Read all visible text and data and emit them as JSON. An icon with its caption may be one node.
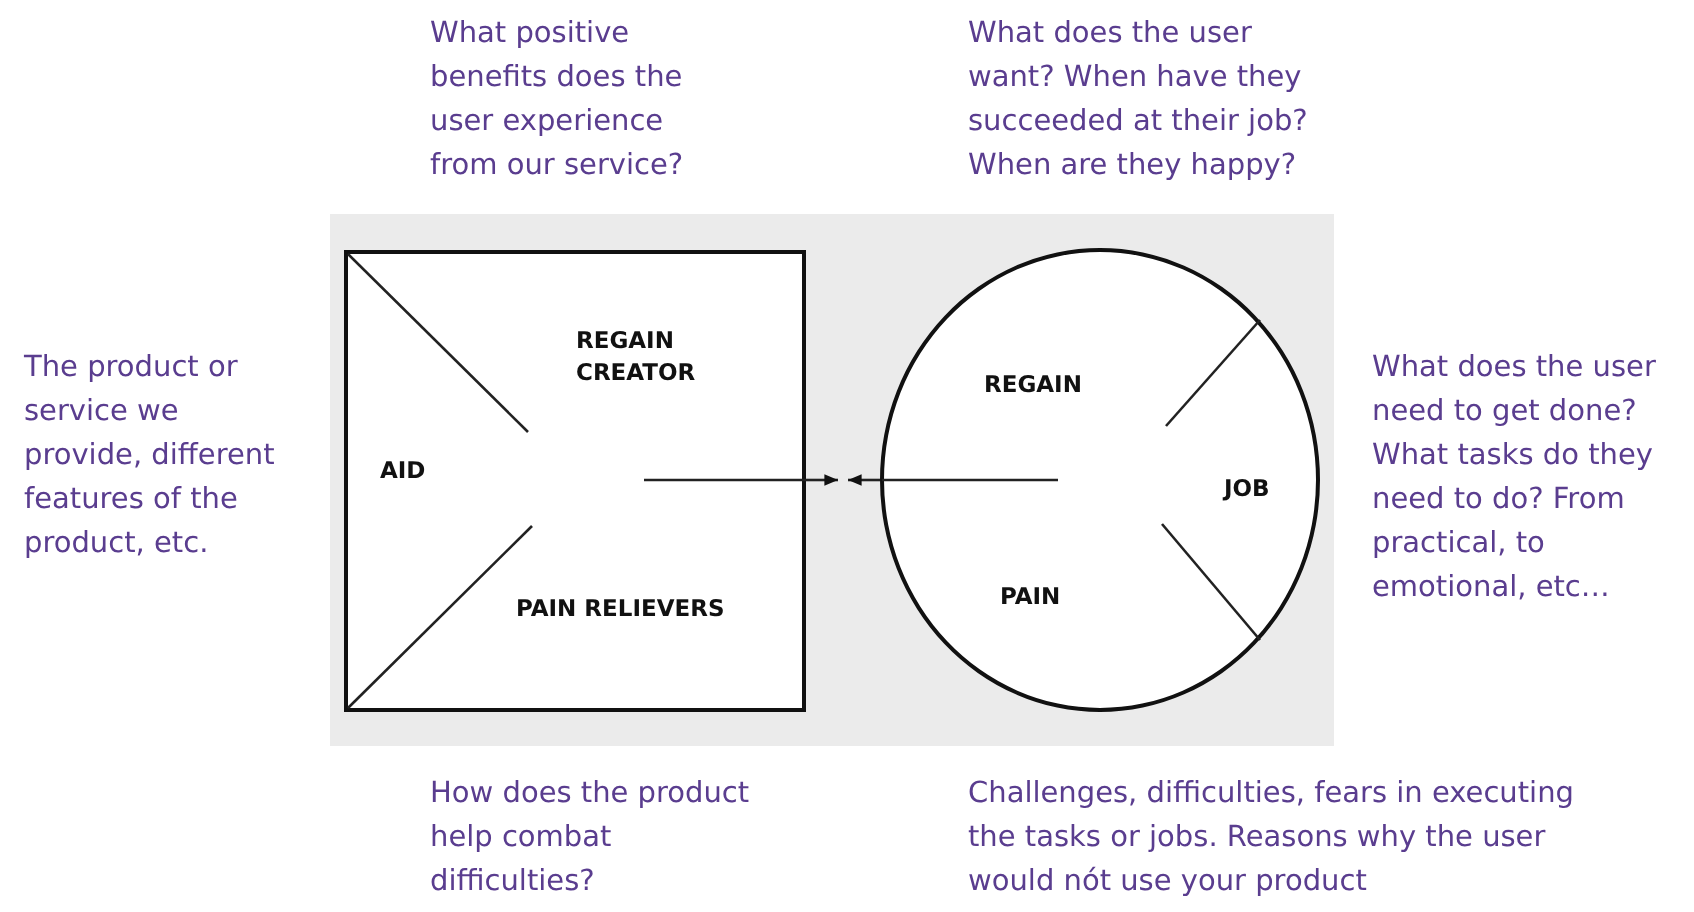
{
  "diagram": {
    "nodes": [
      {
        "text": [],
        "shape": "box"
      },
      {
        "text": [
          "REGAIN CREATOR"
        ],
        "in": 0
      },
      {
        "text": [
          "AID"
        ],
        "in": 0
      },
      {
        "text": [
          "PAIN RELIEVERS"
        ],
        "in": 0
      },
      {
        "text": [],
        "shape": "circle"
      },
      {
        "text": [
          "REGAIN"
        ],
        "in": 4
      },
      {
        "text": [
          "JOB"
        ],
        "in": 4
      },
      {
        "text": [
          "PAIN"
        ],
        "in": 4
      }
    ],
    "edges": [
      {
        "from": 0,
        "to": null,
        "arrow": "to"
      },
      {
        "from": 4,
        "to": null,
        "arrow": "to"
      }
    ],
    "labels": [
      "What positive benefits does the user experience from our service?",
      "What does the user want? When have they succeeded at their job? When are they happy?",
      "The product or service we provide, different features of the product, etc.",
      "What does the user need to get done? What tasks do they need to do? From practical, to emotional, etc…",
      "How does the product help combat difficulties?",
      "Challenges, difficulties, fears in executing the tasks or jobs. Reasons why the user would nót use your product"
    ]
  }
}
